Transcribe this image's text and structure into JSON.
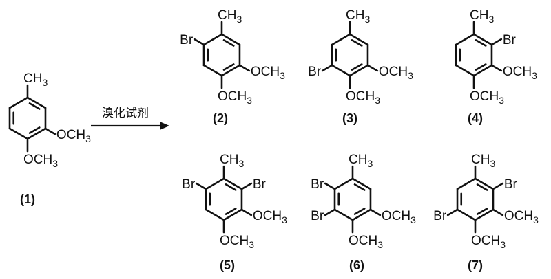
{
  "reaction": {
    "reagent_label": "溴化试剂"
  },
  "molecules": [
    {
      "id": "1",
      "label": "(1)",
      "groups": {
        "methyl": "CH3",
        "ome1": "OCH3",
        "ome2": "OCH3"
      }
    },
    {
      "id": "2",
      "label": "(2)",
      "groups": {
        "methyl": "CH3",
        "br": "Br",
        "ome1": "OCH3",
        "ome2": "OCH3"
      }
    },
    {
      "id": "3",
      "label": "(3)",
      "groups": {
        "methyl": "CH3",
        "br": "Br",
        "ome1": "OCH3",
        "ome2": "OCH3"
      }
    },
    {
      "id": "4",
      "label": "(4)",
      "groups": {
        "methyl": "CH3",
        "br": "Br",
        "ome1": "OCH3",
        "ome2": "OCH3"
      }
    },
    {
      "id": "5",
      "label": "(5)",
      "groups": {
        "methyl": "CH3",
        "br1": "Br",
        "br2": "Br",
        "ome1": "OCH3",
        "ome2": "OCH3"
      }
    },
    {
      "id": "6",
      "label": "(6)",
      "groups": {
        "methyl": "CH3",
        "br1": "Br",
        "br2": "Br",
        "ome1": "OCH3",
        "ome2": "OCH3"
      }
    },
    {
      "id": "7",
      "label": "(7)",
      "groups": {
        "methyl": "CH3",
        "br1": "Br",
        "br2": "Br",
        "ome1": "OCH3",
        "ome2": "OCH3"
      }
    }
  ]
}
